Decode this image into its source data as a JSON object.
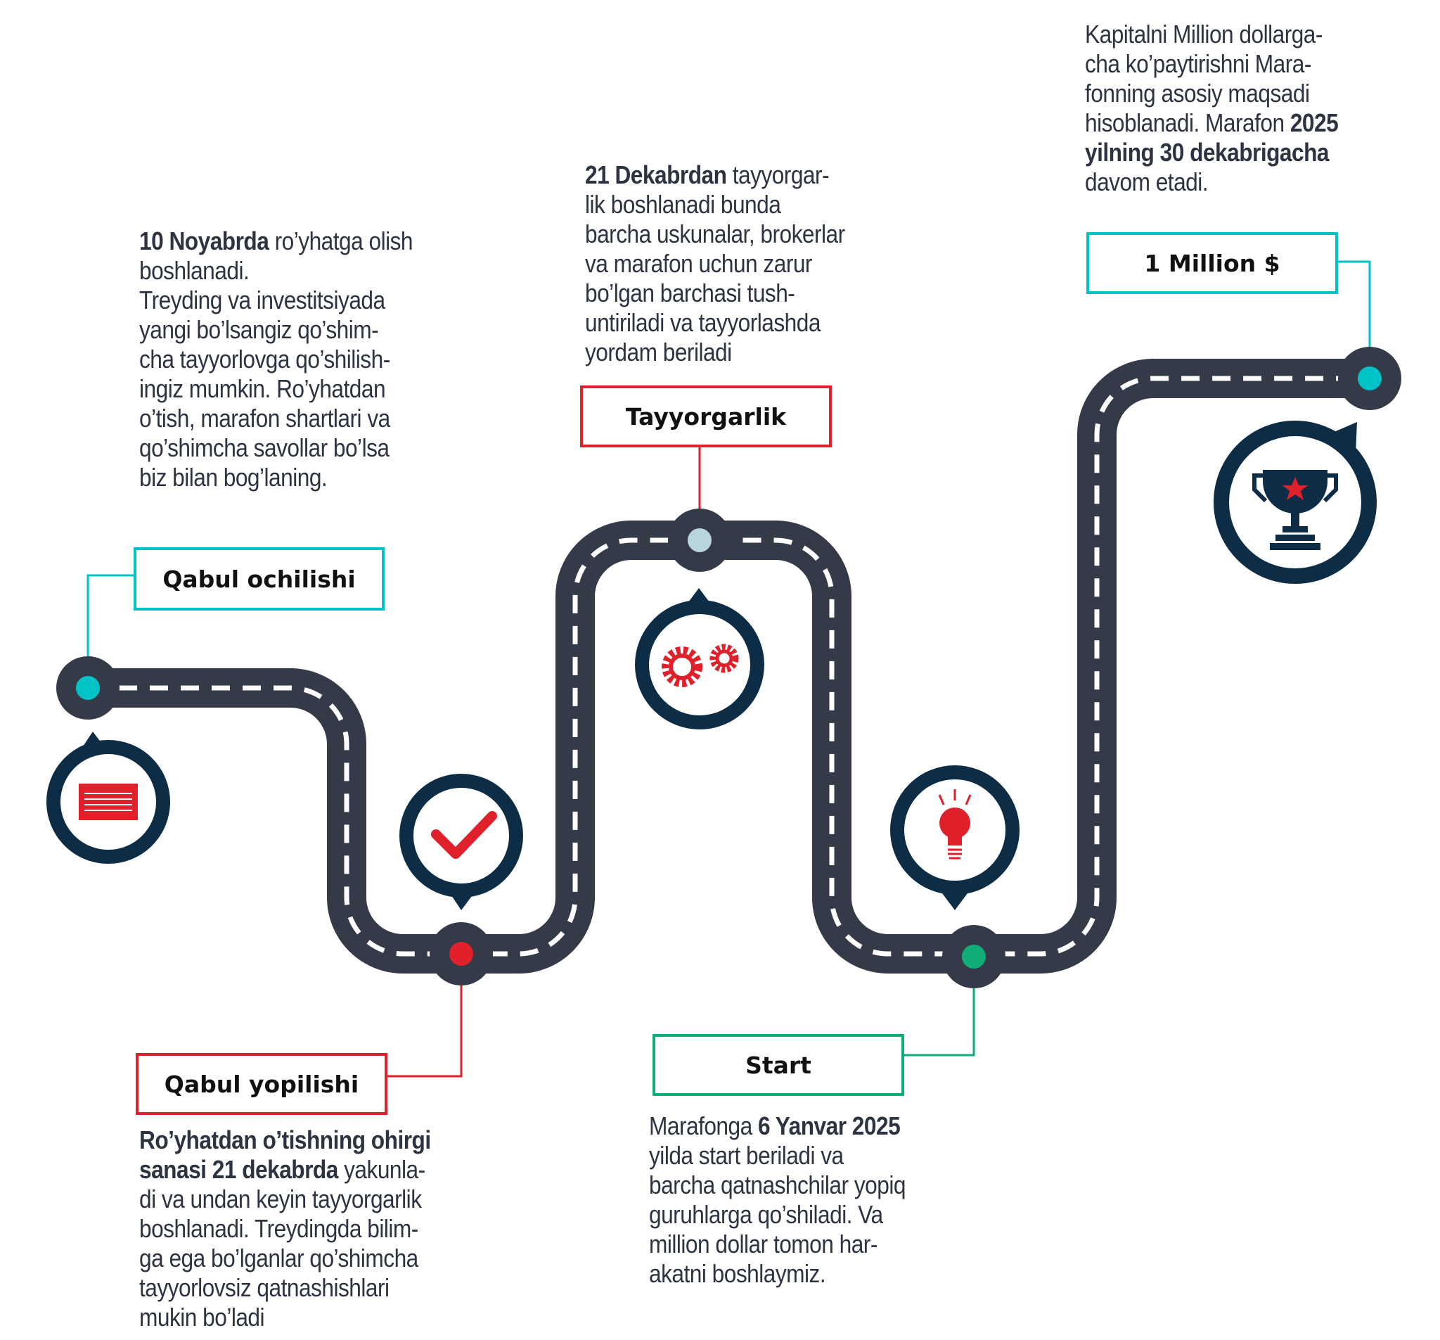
{
  "colors": {
    "road": "#353a48",
    "navy": "#0d2d46",
    "teal": "#00c3c7",
    "red": "#e0212b",
    "green": "#0fae78",
    "pale_blue": "#b8d5dd",
    "text": "#2d3341"
  },
  "milestones": [
    {
      "id": "qabul-ochilishi",
      "label": "Qabul ochilishi",
      "accent": "#00c3c7",
      "icon": "document-icon",
      "description": [
        [
          {
            "b": true,
            "t": "10 Noyabrda"
          },
          {
            "t": " ro’yhatga olish"
          }
        ],
        [
          {
            "t": "boshlanadi."
          }
        ],
        [
          {
            "t": "Treyding va investitsiyada"
          }
        ],
        [
          {
            "t": "yangi bo’lsangiz qo’shim-"
          }
        ],
        [
          {
            "t": "cha tayyorlovga qo’shilish-"
          }
        ],
        [
          {
            "t": "ingiz mumkin. Ro’yhatdan"
          }
        ],
        [
          {
            "t": "o’tish, marafon shartlari va"
          }
        ],
        [
          {
            "t": "qo’shimcha savollar bo’lsa"
          }
        ],
        [
          {
            "t": "biz bilan bog’laning."
          }
        ]
      ]
    },
    {
      "id": "qabul-yopilishi",
      "label": "Qabul yopilishi",
      "accent": "#e0212b",
      "icon": "checkmark-icon",
      "description": [
        [
          {
            "b": true,
            "t": "Ro’yhatdan o’tishning ohirgi"
          }
        ],
        [
          {
            "b": true,
            "t": "sanasi 21 dekabrda"
          },
          {
            "t": " yakunla-"
          }
        ],
        [
          {
            "t": "di va undan keyin tayyorgarlik"
          }
        ],
        [
          {
            "t": "boshlanadi.  Treydingda bilim-"
          }
        ],
        [
          {
            "t": "ga ega bo’lganlar qo’shimcha"
          }
        ],
        [
          {
            "t": "tayyorlovsiz qatnashishlari"
          }
        ],
        [
          {
            "t": "mukin bo’ladi"
          }
        ]
      ]
    },
    {
      "id": "tayyorgarlik",
      "label": "Tayyorgarlik",
      "accent": "#e0212b",
      "icon": "gears-icon",
      "description": [
        [
          {
            "b": true,
            "t": "21 Dekabrdan"
          },
          {
            "t": " tayyorgar-"
          }
        ],
        [
          {
            "t": "lik boshlanadi bunda"
          }
        ],
        [
          {
            "t": "barcha uskunalar, brokerlar"
          }
        ],
        [
          {
            "t": "va marafon uchun zarur"
          }
        ],
        [
          {
            "t": "bo’lgan barchasi tush-"
          }
        ],
        [
          {
            "t": "untiriladi va tayyorlashda"
          }
        ],
        [
          {
            "t": "yordam beriladi"
          }
        ]
      ]
    },
    {
      "id": "start",
      "label": "Start",
      "accent": "#0fae78",
      "icon": "lightbulb-icon",
      "description": [
        [
          {
            "t": "Marafonga "
          },
          {
            "b": true,
            "t": "6 Yanvar 2025"
          }
        ],
        [
          {
            "t": "yilda start beriladi va"
          }
        ],
        [
          {
            "t": "barcha qatnashchilar yopiq"
          }
        ],
        [
          {
            "t": "guruhlarga qo’shiladi. Va"
          }
        ],
        [
          {
            "t": "million dollar tomon har-"
          }
        ],
        [
          {
            "t": "akatni boshlaymiz."
          }
        ]
      ]
    },
    {
      "id": "million",
      "label": "1 Million $",
      "accent": "#00c3c7",
      "icon": "trophy-icon",
      "description": [
        [
          {
            "t": "Kapitalni Million dollarga-"
          }
        ],
        [
          {
            "t": "cha ko’paytirishni Mara-"
          }
        ],
        [
          {
            "t": "fonning asosiy maqsadi"
          }
        ],
        [
          {
            "t": "hisoblanadi. Marafon "
          },
          {
            "b": true,
            "t": "2025"
          }
        ],
        [
          {
            "b": true,
            "t": "yilning 30 dekabrigacha"
          }
        ],
        [
          {
            "t": "davom etadi."
          }
        ]
      ]
    }
  ]
}
